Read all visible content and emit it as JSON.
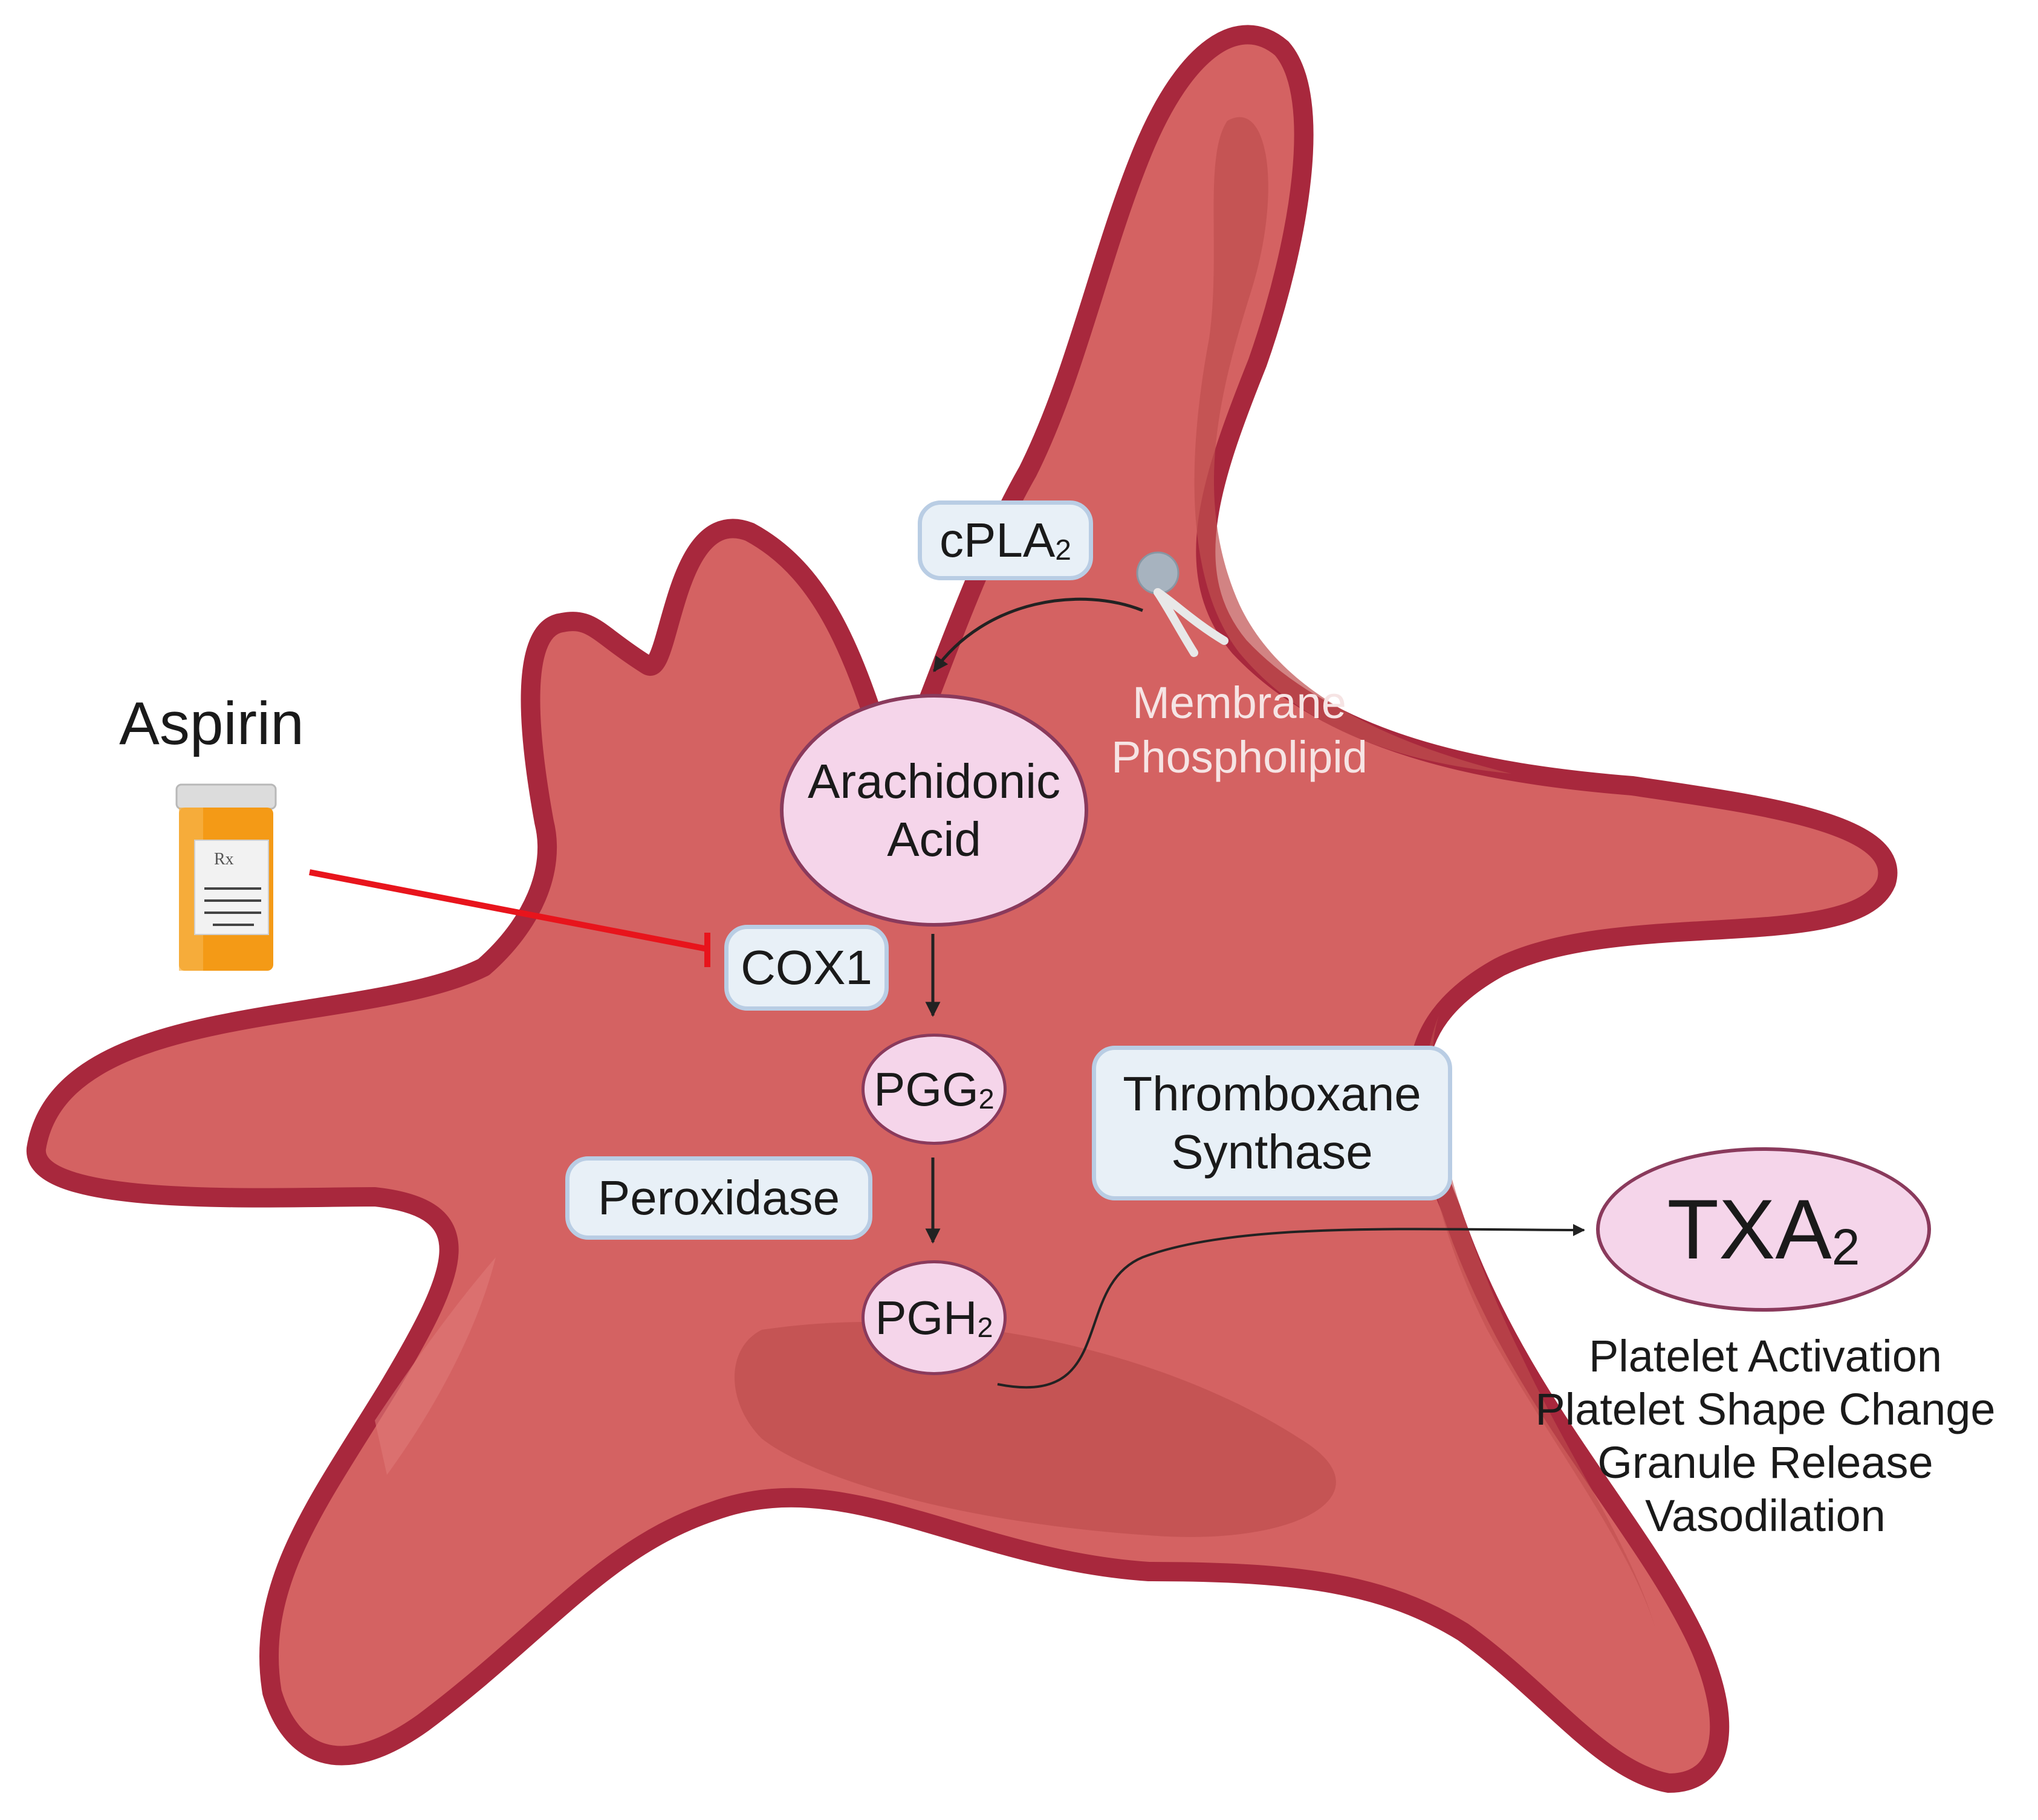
{
  "diagram": {
    "drug": {
      "name": "Aspirin",
      "bottle_icon": "pill-bottle-icon",
      "label_mark": "Rx"
    },
    "enzymes": {
      "cpla2": {
        "base": "cPLA",
        "sub": "2"
      },
      "cox1": "COX1",
      "peroxidase": "Peroxidase",
      "thromboxane_synthase": [
        "Thromboxane",
        "Synthase"
      ]
    },
    "metabolites": {
      "arachidonic_acid": [
        "Arachidonic",
        "Acid"
      ],
      "pgg2": {
        "base": "PGG",
        "sub": "2"
      },
      "pgh2": {
        "base": "PGH",
        "sub": "2"
      },
      "txa2": {
        "base": "TXA",
        "sub": "2"
      }
    },
    "membrane_label": [
      "Membrane",
      "Phospholipid"
    ],
    "effects": [
      "Platelet Activation",
      "Platelet Shape Change",
      "Granule Release",
      "Vasodilation"
    ],
    "colors": {
      "cell_fill": "#d46262",
      "cell_outline": "#a8283d",
      "inhibition": "#e8141c",
      "arrow": "#222222",
      "enzyme_fill": "#e8f0f7",
      "metabolite_fill": "#f5d5ea"
    }
  }
}
